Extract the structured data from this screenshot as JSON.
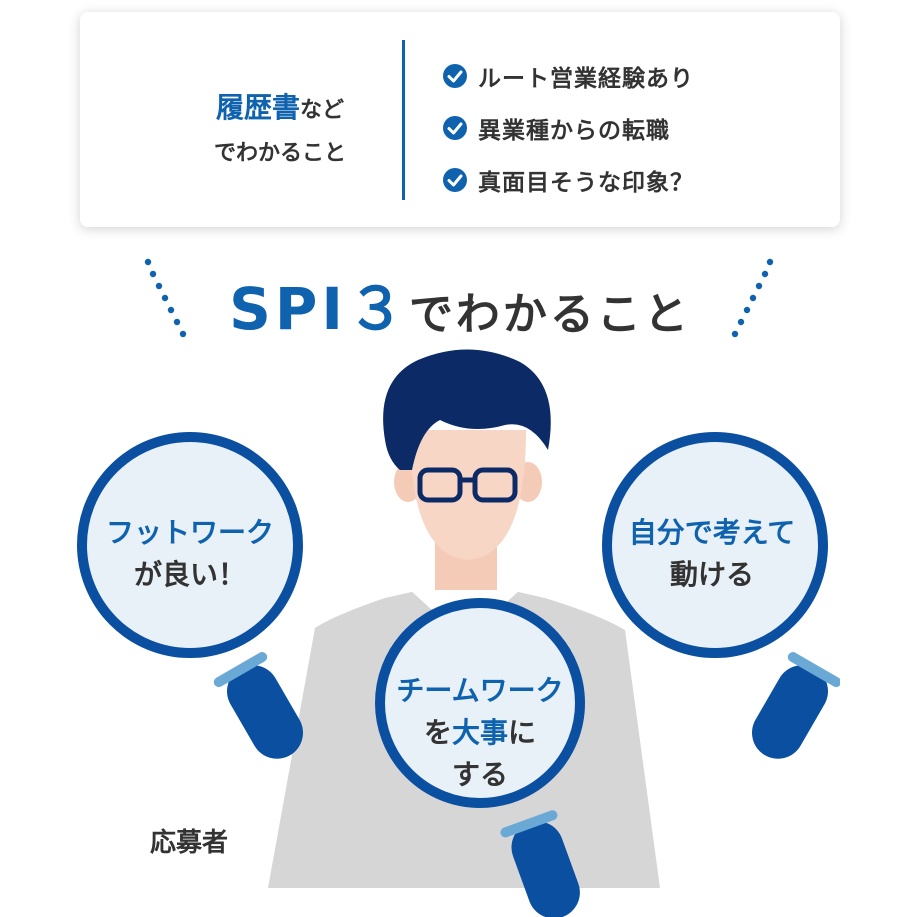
{
  "card": {
    "lead": "履歴書",
    "lead_suffix": "など",
    "line2": "でわかること",
    "items": [
      "ルート営業経験あり",
      "異業種からの転職",
      "真面目そうな印象？"
    ]
  },
  "heading": {
    "spi": "SPI３",
    "rest": "でわかること"
  },
  "bubbles": {
    "left": {
      "line1": "フットワーク",
      "line2": "が良い！"
    },
    "right": {
      "line1": "自分で考えて",
      "line2": "動ける"
    },
    "center": {
      "line1": "チームワーク",
      "line2_pre": "を",
      "line2_blue": "大事",
      "line2_post": "に",
      "line3": "する"
    }
  },
  "person_label": "応募者",
  "icons": [
    "check-icon",
    "magnifier-icon",
    "person-illustration"
  ],
  "colors": {
    "accent": "#0f62ad",
    "text": "#333333",
    "lens": "#e8f0f8",
    "suit": "#d6d6d6",
    "hair": "#0b2a66"
  }
}
